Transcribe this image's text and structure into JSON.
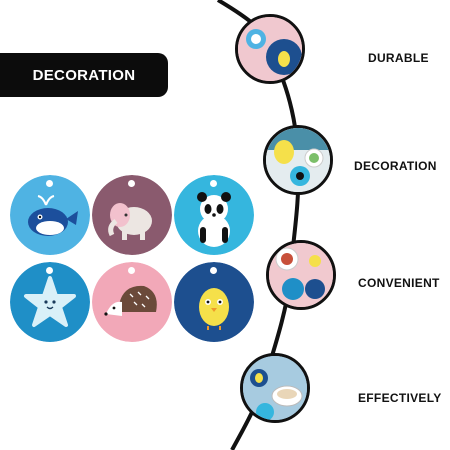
{
  "banner": {
    "label": "DECORATION"
  },
  "coasters": [
    {
      "animal": "whale",
      "color": "#4fb3e3"
    },
    {
      "animal": "elephant",
      "color": "#8a5a6e"
    },
    {
      "animal": "panda",
      "color": "#35b6de"
    },
    {
      "animal": "starfish",
      "color": "#1f8fc7"
    },
    {
      "animal": "hedgehog",
      "color": "#f2a8b8"
    },
    {
      "animal": "chick",
      "color": "#1d4f8f"
    }
  ],
  "features": [
    {
      "label": "DURABLE"
    },
    {
      "label": "DECORATION"
    },
    {
      "label": "CONVENIENT"
    },
    {
      "label": "EFFECTIVELY"
    }
  ]
}
